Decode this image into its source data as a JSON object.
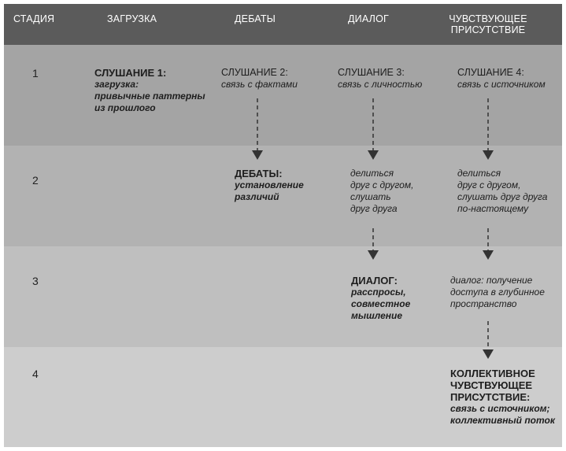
{
  "header": {
    "stage": "СТАДИЯ",
    "download": "ЗАГРУЗКА",
    "debates": "ДЕБАТЫ",
    "dialog": "ДИАЛОГ",
    "presence_1": "ЧУВСТВУЮЩЕЕ",
    "presence_2": "ПРИСУТСТВИЕ"
  },
  "stages": [
    "1",
    "2",
    "3",
    "4"
  ],
  "row1": {
    "download_title": "СЛУШАНИЕ 1:",
    "download_sub_1": "загрузка:",
    "download_sub_2": "привычные паттерны",
    "download_sub_3": "из прошлого",
    "debates_title": "СЛУШАНИЕ 2:",
    "debates_sub": "связь с фактами",
    "dialog_title": "СЛУШАНИЕ 3:",
    "dialog_sub": "связь с личностью",
    "presence_title": "СЛУШАНИЕ 4:",
    "presence_sub": "связь с источником"
  },
  "row2": {
    "debates_title": "ДЕБАТЫ:",
    "debates_sub_1": "установление",
    "debates_sub_2": "различий",
    "dialog_1": "делиться",
    "dialog_2": "друг с другом,",
    "dialog_3": "слушать",
    "dialog_4": "друг друга",
    "presence_1": "делиться",
    "presence_2": "друг с другом,",
    "presence_3": "слушать друг друга",
    "presence_4": "по-настоящему"
  },
  "row3": {
    "dialog_title": "ДИАЛОГ:",
    "dialog_sub_1": "расспросы,",
    "dialog_sub_2": "совместное",
    "dialog_sub_3": "мышление",
    "presence_1": "диалог: получение",
    "presence_2": "доступа в глубинное",
    "presence_3": "пространство"
  },
  "row4": {
    "presence_title_1": "КОЛЛЕКТИВНОЕ",
    "presence_title_2": "ЧУВСТВУЮЩЕЕ",
    "presence_title_3": "ПРИСУТСТВИЕ:",
    "presence_sub_1": "связь с источником;",
    "presence_sub_2": "коллективный поток"
  },
  "colors": {
    "header": "#5b5b5b",
    "band_1": "#a4a4a4",
    "band_2": "#b2b2b2",
    "band_3": "#bfbfbf",
    "band_4": "#cdcdcd",
    "arrow": "#333333"
  }
}
